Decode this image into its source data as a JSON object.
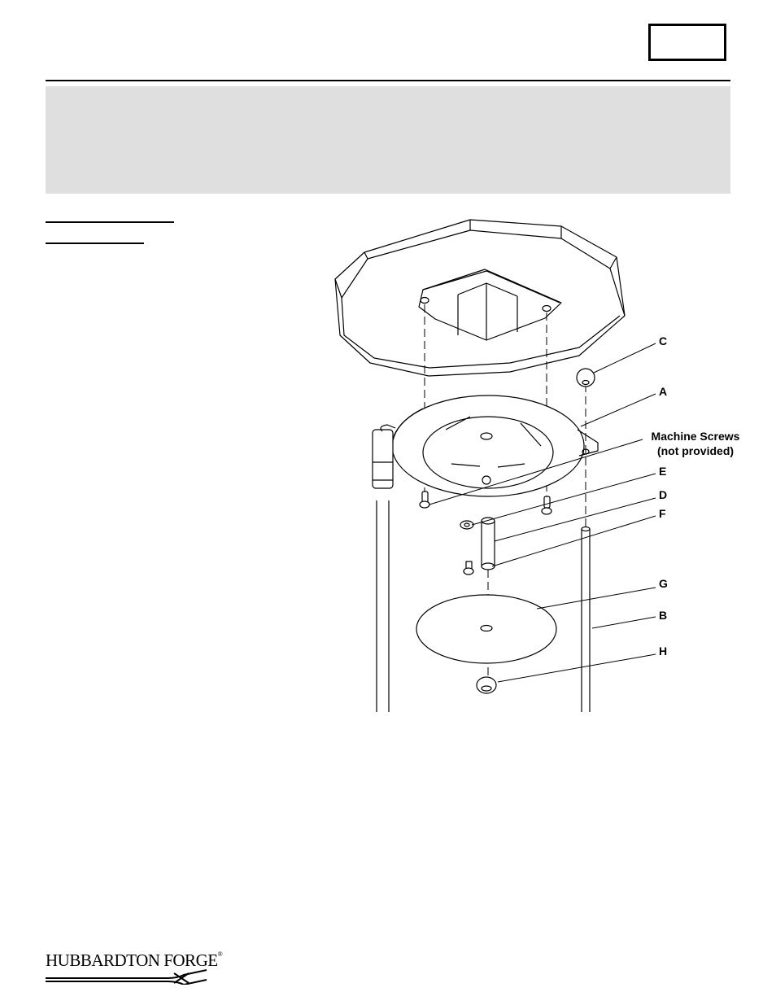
{
  "page": {
    "page_box_label": ""
  },
  "diagram": {
    "callouts": {
      "c": "C",
      "a": "A",
      "machine_screws_line1": "Machine Screws",
      "machine_screws_line2": "(not provided)",
      "e": "E",
      "d": "D",
      "f": "F",
      "g": "G",
      "b": "B",
      "h": "H"
    }
  },
  "footer": {
    "brand_name": "HUBBARDTON FORGE",
    "registered_mark": "®"
  }
}
